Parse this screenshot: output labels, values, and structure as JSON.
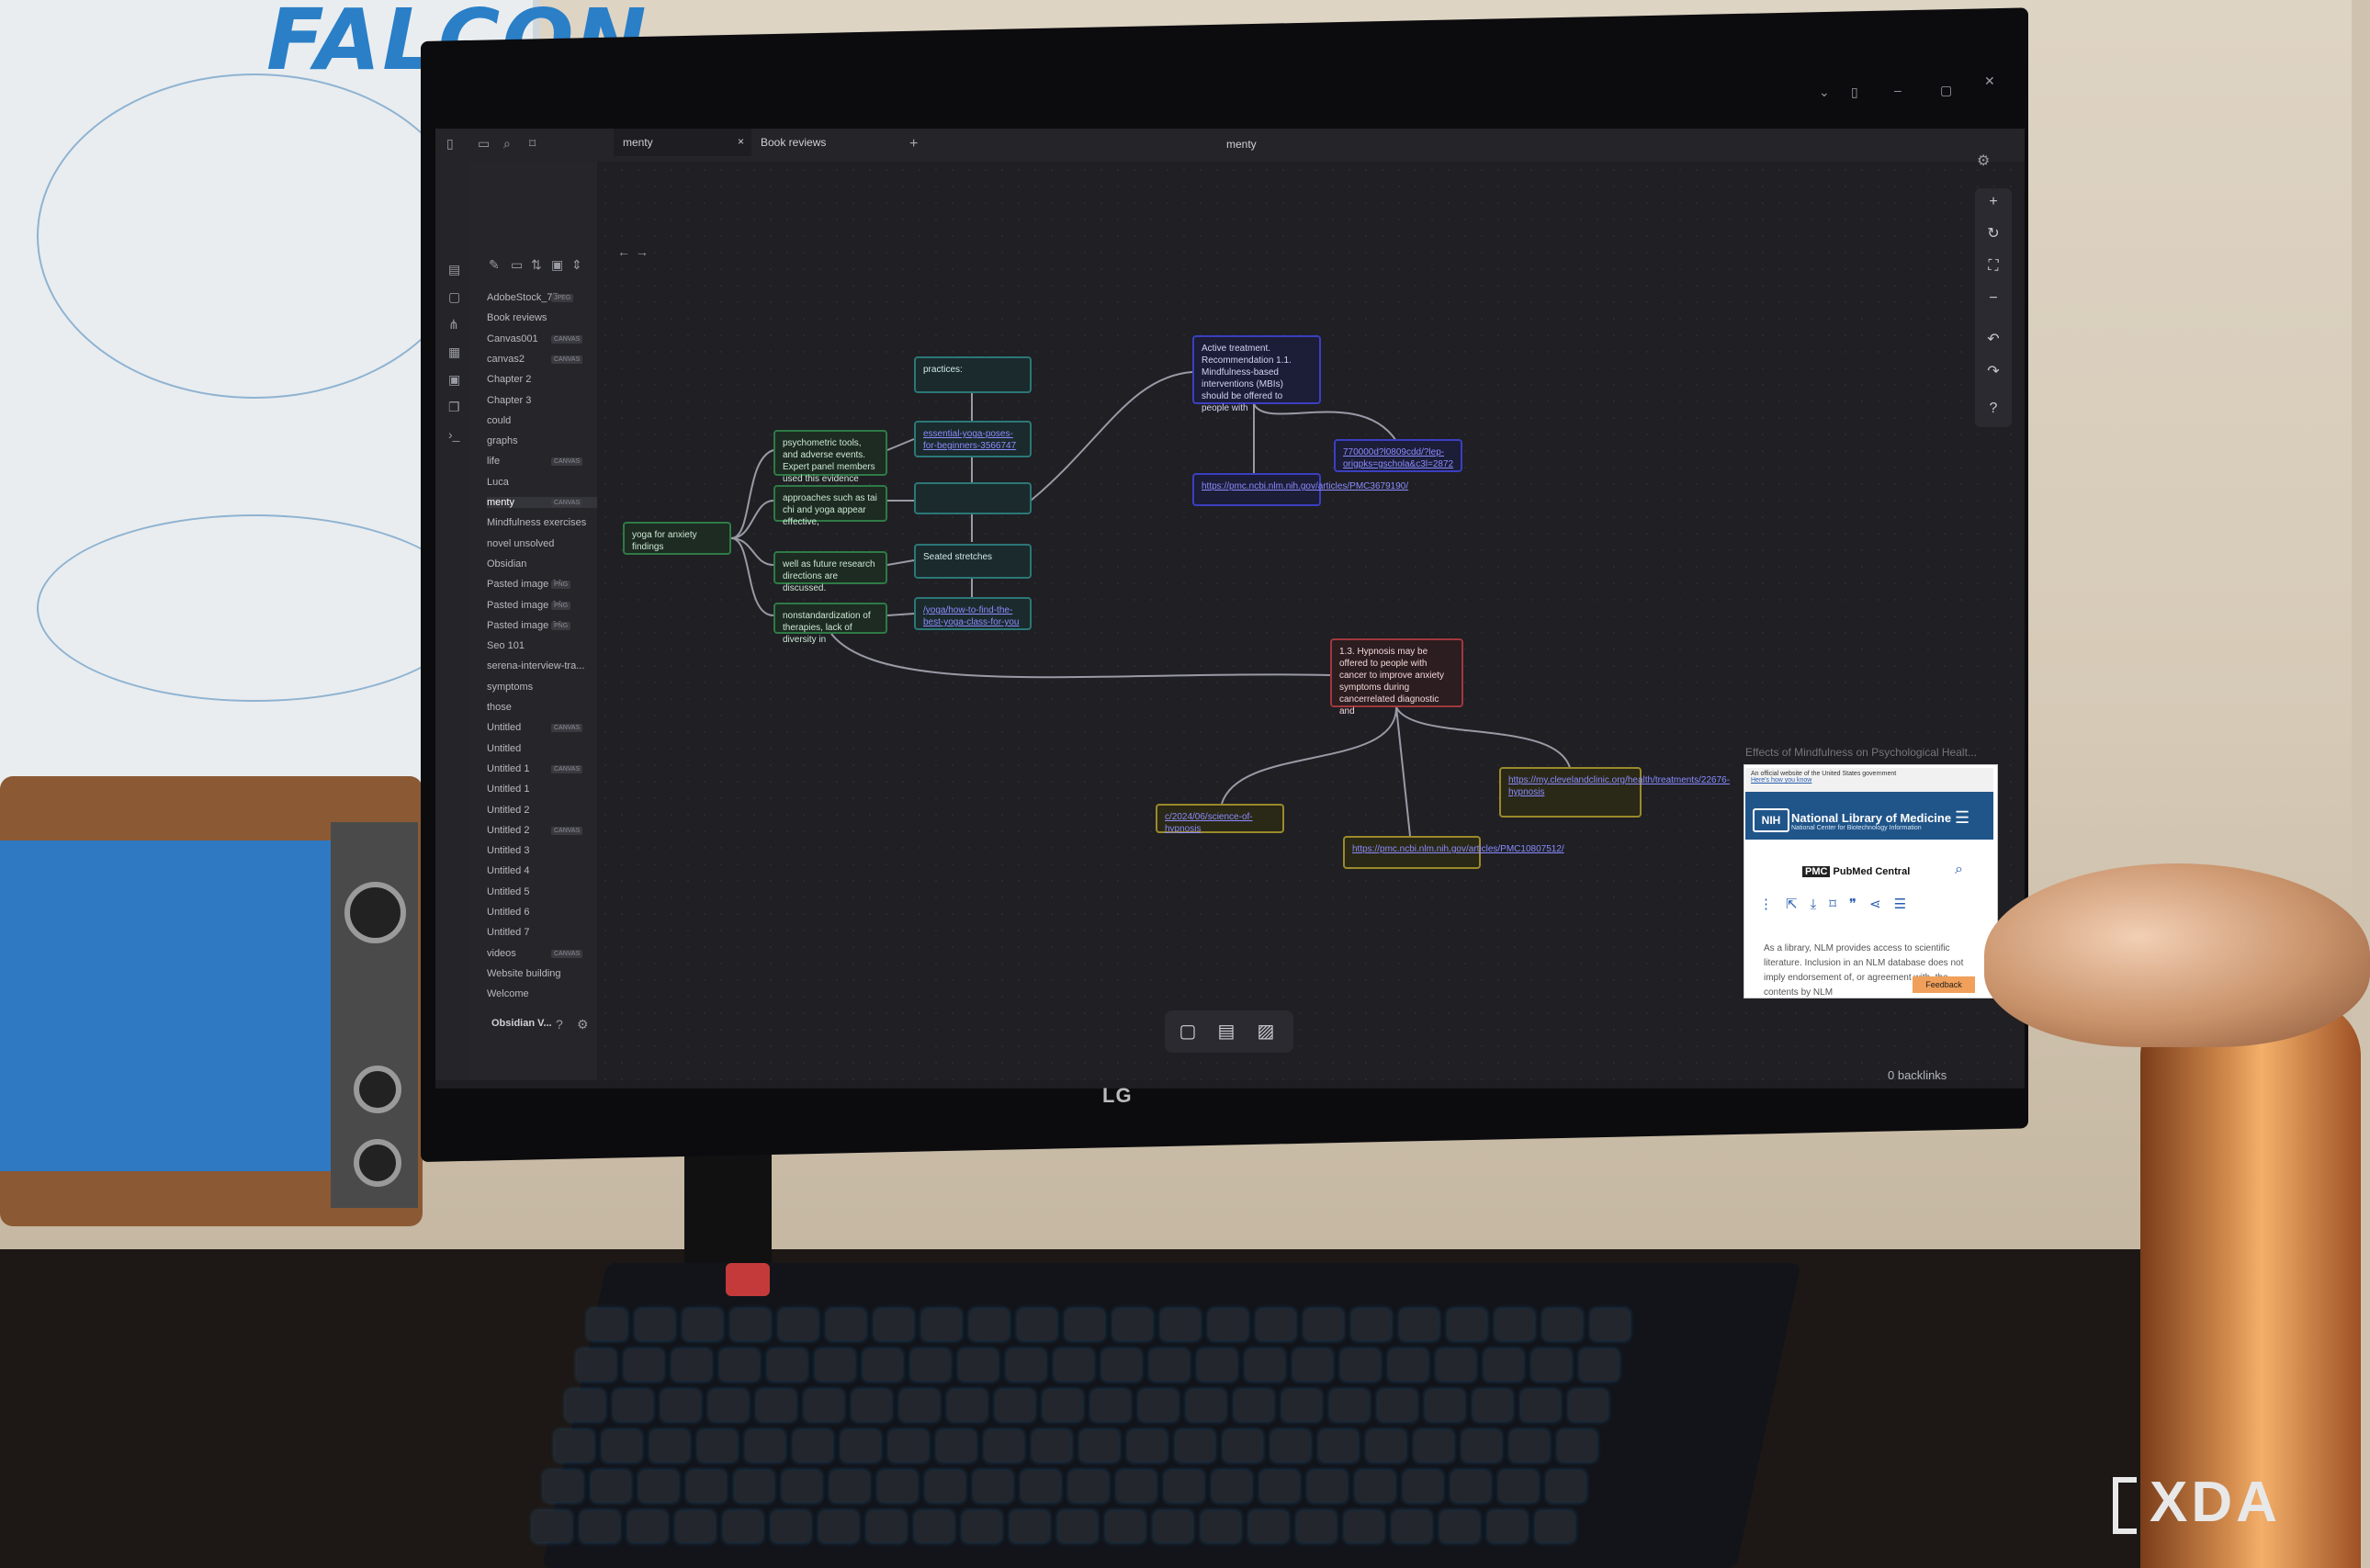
{
  "poster": {
    "title": "FALCON"
  },
  "monitor": {
    "brand": "LG"
  },
  "app": {
    "window_title": "menty",
    "tabs": [
      {
        "label": "menty"
      },
      {
        "label": "Book reviews"
      }
    ],
    "new_tab": "+",
    "vault_name": "Obsidian V...",
    "backlinks": "0 backlinks"
  },
  "explorer": {
    "files": [
      {
        "name": "AdobeStock_77...",
        "badge": "JPEG"
      },
      {
        "name": "Book reviews",
        "badge": ""
      },
      {
        "name": "Canvas001",
        "badge": "CANVAS"
      },
      {
        "name": "canvas2",
        "badge": "CANVAS"
      },
      {
        "name": "Chapter 2",
        "badge": ""
      },
      {
        "name": "Chapter 3",
        "badge": ""
      },
      {
        "name": "could",
        "badge": ""
      },
      {
        "name": "graphs",
        "badge": ""
      },
      {
        "name": "life",
        "badge": "CANVAS"
      },
      {
        "name": "Luca",
        "badge": ""
      },
      {
        "name": "menty",
        "badge": "CANVAS"
      },
      {
        "name": "Mindfulness exercises",
        "badge": ""
      },
      {
        "name": "novel unsolved",
        "badge": ""
      },
      {
        "name": "Obsidian",
        "badge": ""
      },
      {
        "name": "Pasted image 20...",
        "badge": "PNG"
      },
      {
        "name": "Pasted image 20...",
        "badge": "PNG"
      },
      {
        "name": "Pasted image 20...",
        "badge": "PNG"
      },
      {
        "name": "Seo 101",
        "badge": ""
      },
      {
        "name": "serena-interview-tra...",
        "badge": ""
      },
      {
        "name": "symptoms",
        "badge": ""
      },
      {
        "name": "those",
        "badge": ""
      },
      {
        "name": "Untitled",
        "badge": "CANVAS"
      },
      {
        "name": "Untitled",
        "badge": ""
      },
      {
        "name": "Untitled 1",
        "badge": "CANVAS"
      },
      {
        "name": "Untitled 1",
        "badge": ""
      },
      {
        "name": "Untitled 2",
        "badge": ""
      },
      {
        "name": "Untitled 2",
        "badge": "CANVAS"
      },
      {
        "name": "Untitled 3",
        "badge": ""
      },
      {
        "name": "Untitled 4",
        "badge": ""
      },
      {
        "name": "Untitled 5",
        "badge": ""
      },
      {
        "name": "Untitled 6",
        "badge": ""
      },
      {
        "name": "Untitled 7",
        "badge": ""
      },
      {
        "name": "videos",
        "badge": "CANVAS"
      },
      {
        "name": "Website building",
        "badge": ""
      },
      {
        "name": "Welcome",
        "badge": ""
      }
    ]
  },
  "canvas": {
    "nodes": {
      "yoga": "yoga for anxiety findings",
      "g1": "psychometric tools, and adverse events. Expert panel members used this evidence",
      "g2": "approaches such as tai chi and yoga appear effective,",
      "g3": "well as future research directions are discussed.",
      "g4": "nonstandardization of therapies, lack of diversity in",
      "practices": "practices:",
      "t1": "essential-yoga-poses-for-beginners-3566747",
      "t3": "Seated stretches",
      "t4": "/yoga/how-to-find-the-best-yoga-class-for-you",
      "active": "Active treatment. Recommendation 1.1. Mindfulness-based interventions (MBIs) should be offered to people with",
      "b1": "https://pmc.ncbi.nlm.nih.gov/articles/PMC3679190/",
      "b2": "770000d?l0809cdd/?lep-origpks=gschola&c3l=2872",
      "hypnosis": "1.3. Hypnosis may be offered to people with cancer to improve anxiety symptoms during cancerrelated diagnostic and",
      "y1": "c/2024/06/science-of-hypnosis",
      "y2": "https://pmc.ncbi.nlm.nih.gov/articles/PMC10807512/",
      "y3": "https://my.clevelandclinic.org/health/treatments/22676-hypnosis"
    }
  },
  "pmc_popup": {
    "title": "Effects of Mindfulness on Psychological Healt...",
    "banner": "An official website of the United States government",
    "banner_link": "Here's how you know",
    "nih": "NIH",
    "org_name": "National Library of Medicine",
    "org_sub": "National Center for Biotechnology Information",
    "brand": "PubMed Central",
    "pmc": "PMC",
    "body": "As a library, NLM provides access to scientific literature. Inclusion in an NLM database does not imply endorsement of, or agreement with, the contents by NLM",
    "feedback": "Feedback"
  },
  "watermark": "XDA"
}
